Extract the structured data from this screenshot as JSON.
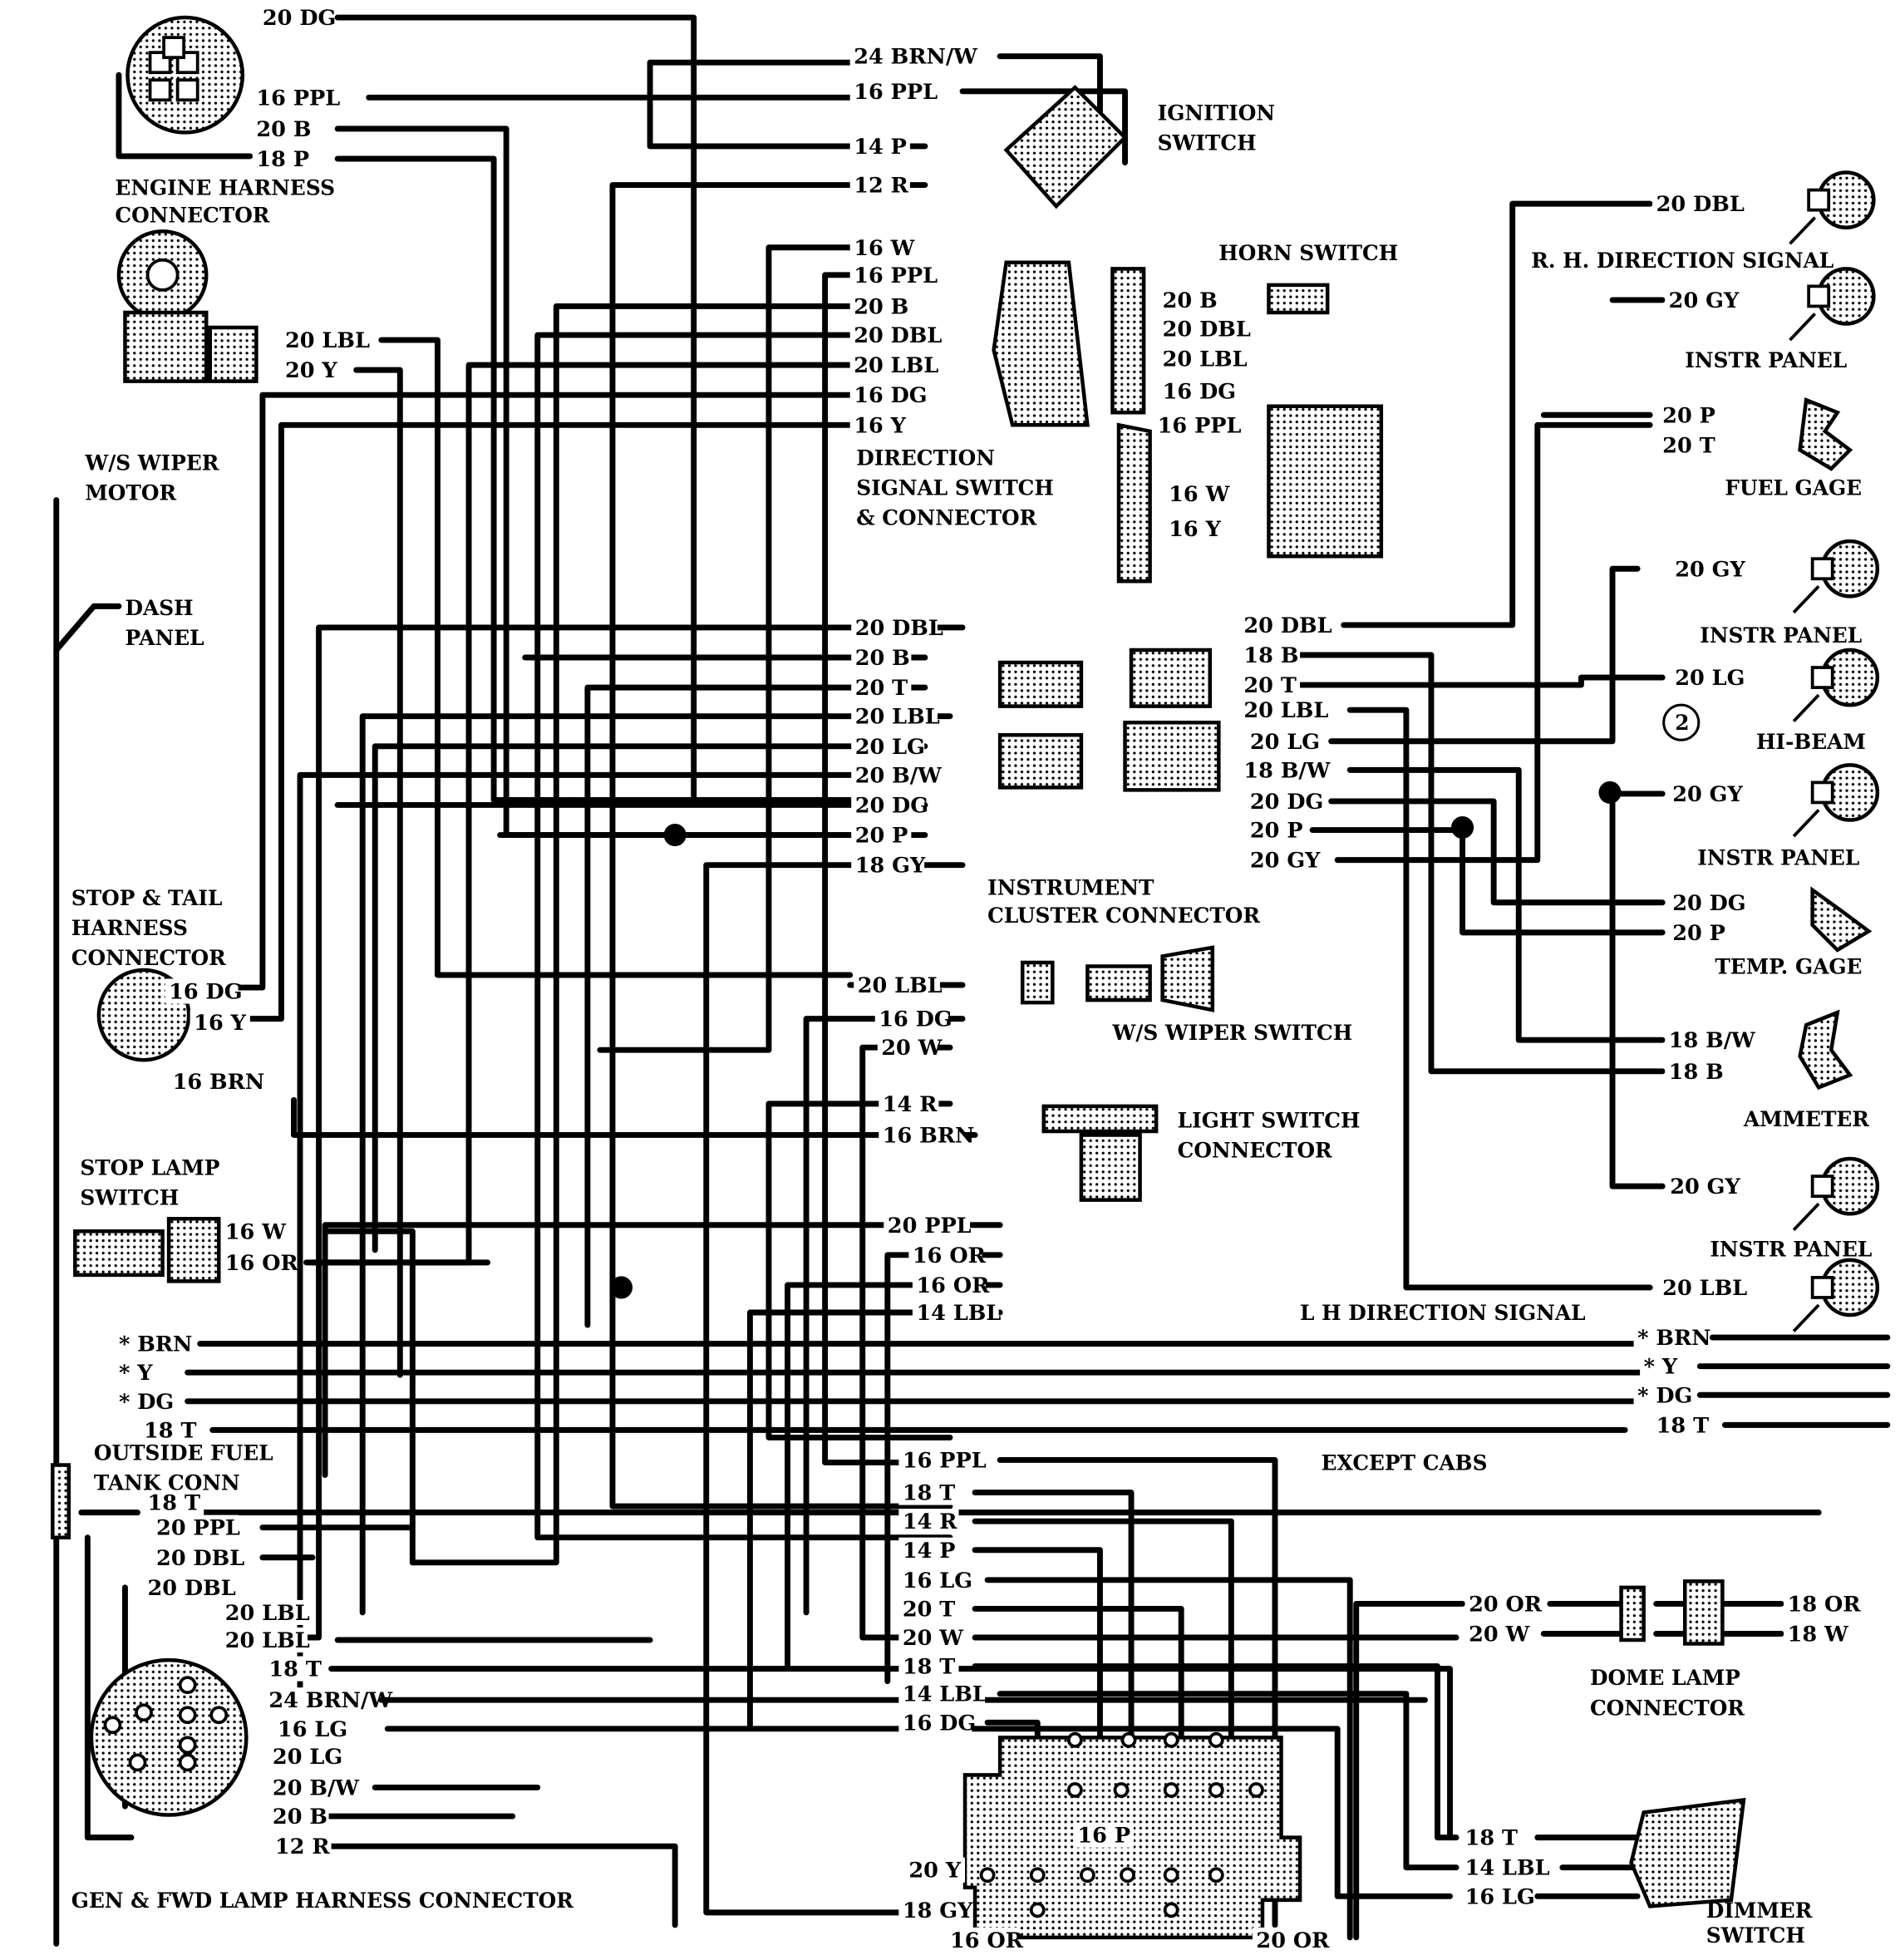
{
  "diagram": {
    "background": "#ffffff",
    "ink": "#000000",
    "component_labels": [
      "ENGINE HARNESS",
      "CONNECTOR",
      "W/S WIPER",
      "MOTOR",
      "DASH",
      "PANEL",
      "IGNITION",
      "SWITCH",
      "DIRECTION",
      "SIGNAL SWITCH",
      "& CONNECTOR",
      "HORN SWITCH",
      "R. H. DIRECTION SIGNAL",
      "INSTR PANEL",
      "FUEL GAGE",
      "INSTR PANEL",
      "HI-BEAM",
      "INSTR PANEL",
      "TEMP. GAGE",
      "AMMETER",
      "INSTR PANEL",
      "L H DIRECTION SIGNAL",
      "INSTRUMENT",
      "CLUSTER CONNECTOR",
      "W/S WIPER SWITCH",
      "LIGHT SWITCH",
      "CONNECTOR",
      "STOP & TAIL",
      "HARNESS",
      "CONNECTOR",
      "STOP LAMP",
      "SWITCH",
      "OUTSIDE FUEL",
      "TANK CONN",
      "EXCEPT CABS",
      "GEN & FWD LAMP HARNESS CONNECTOR",
      "DOME LAMP",
      "CONNECTOR",
      "DIMMER",
      "SWITCH",
      "2"
    ],
    "wire_labels": [
      "20 DG",
      "16 PPL",
      "20 B",
      "18 P",
      "20 LBL",
      "20 Y",
      "24 BRN/W",
      "16 PPL",
      "14 P",
      "12 R",
      "16 W",
      "16 PPL",
      "20 B",
      "20 DBL",
      "20 LBL",
      "16 DG",
      "16 Y",
      "20 B",
      "20 DBL",
      "20 LBL",
      "16 DG",
      "16 PPL",
      "16 W",
      "16 Y",
      "20 DBL",
      "20 GY",
      "20 P",
      "20 T",
      "20 GY",
      "20 LG",
      "20 GY",
      "20 DG",
      "20 P",
      "18 B/W",
      "18 B",
      "20 GY",
      "20 LBL",
      "20 DBL",
      "20 B",
      "20 T",
      "20 LBL",
      "20 LG",
      "20 B/W",
      "20 DG",
      "20 P",
      "18 GY",
      "20 DBL",
      "18 B",
      "20 T",
      "20 LBL",
      "20 LG",
      "18 B/W",
      "20 DG",
      "20 P",
      "20 GY",
      "20 LBL",
      "16 DG",
      "20 W",
      "14 R",
      "16 BRN",
      "20 PPL",
      "16 OR",
      "16 OR",
      "14 LBL",
      "16 DG",
      "16 Y",
      "16 BRN",
      "16 W",
      "16 OR",
      "* BRN",
      "* Y",
      "* DG",
      "18 T",
      "18 T",
      "20 PPL",
      "20 DBL",
      "20 DBL",
      "20 LBL",
      "20 LBL",
      "18 T",
      "24 BRN/W",
      "16 LG",
      "20 LG",
      "20 B/W",
      "20 B",
      "12 R",
      "* BRN",
      "* Y",
      "* DG",
      "18 T",
      "16 PPL",
      "18 T",
      "14 R",
      "14 P",
      "16 LG",
      "20 T",
      "20 W",
      "18 T",
      "14 LBL",
      "16 DG",
      "16 P",
      "20 Y",
      "18 GY",
      "16 OR",
      "20 OR",
      "20 OR",
      "20 W",
      "18 OR",
      "18 W",
      "18 T",
      "14 LBL",
      "16 LG"
    ]
  }
}
